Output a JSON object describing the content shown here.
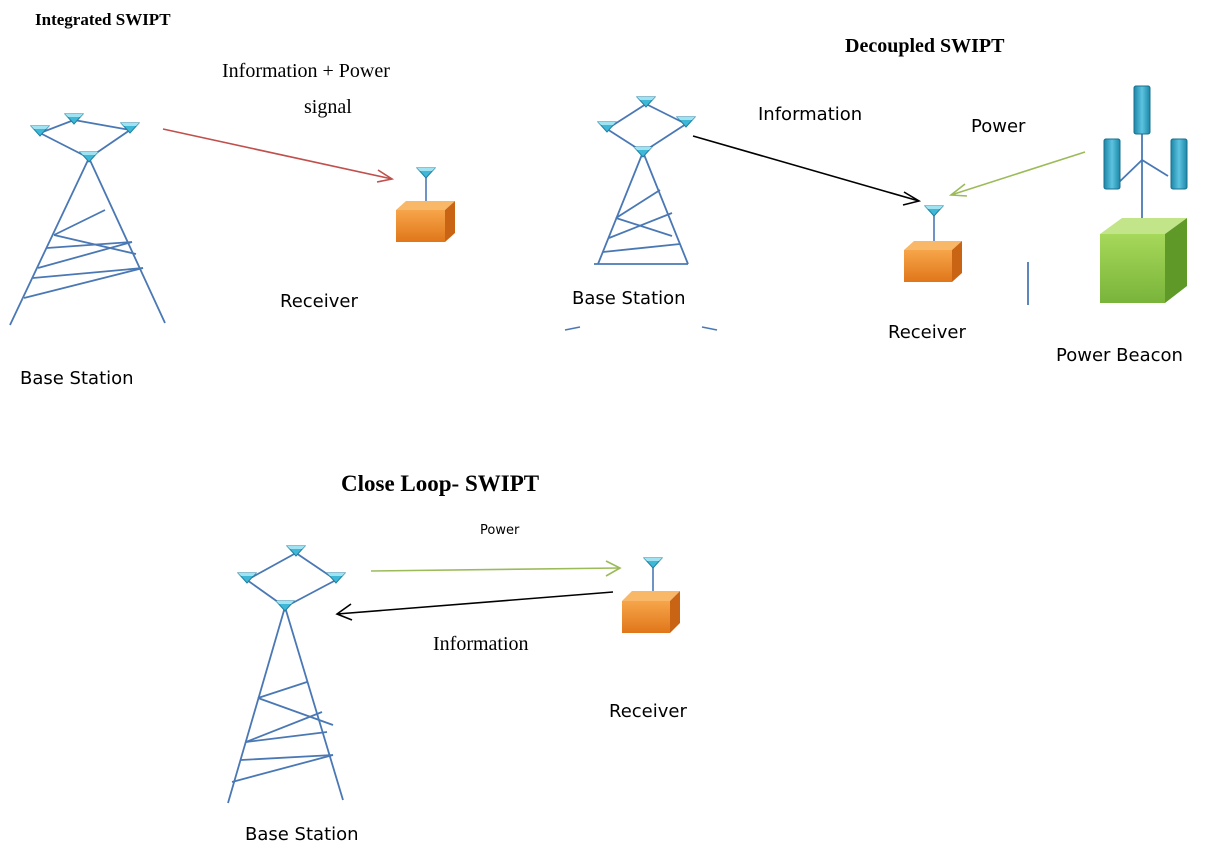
{
  "panels": {
    "integrated": {
      "title": "Integrated SWIPT",
      "signal_label_line1": "Information + Power",
      "signal_label_line2": "signal",
      "receiver_label": "Receiver",
      "base_station_label": "Base Station"
    },
    "decoupled": {
      "title": "Decoupled SWIPT",
      "information_label": "Information",
      "power_label": "Power",
      "base_station_label": "Base Station",
      "receiver_label": "Receiver",
      "beacon_label": "Power Beacon"
    },
    "closed_loop": {
      "title": "Close Loop- SWIPT",
      "power_label": "Power",
      "information_label": "Information",
      "receiver_label": "Receiver",
      "base_station_label": "Base Station"
    }
  },
  "colors": {
    "tower": "#4a78b5",
    "antenna_fill": "#3fb8d8",
    "receiver_box": "#f08a24",
    "beacon_box": "#8cc63f",
    "beacon_rods": "#2a9cc0",
    "integrated_arrow": "#c0504d",
    "power_arrow": "#9bbb59",
    "information_arrow": "#000000"
  },
  "icons": [
    "tower-icon",
    "antenna-icon",
    "receiver-box-icon",
    "power-beacon-icon"
  ]
}
